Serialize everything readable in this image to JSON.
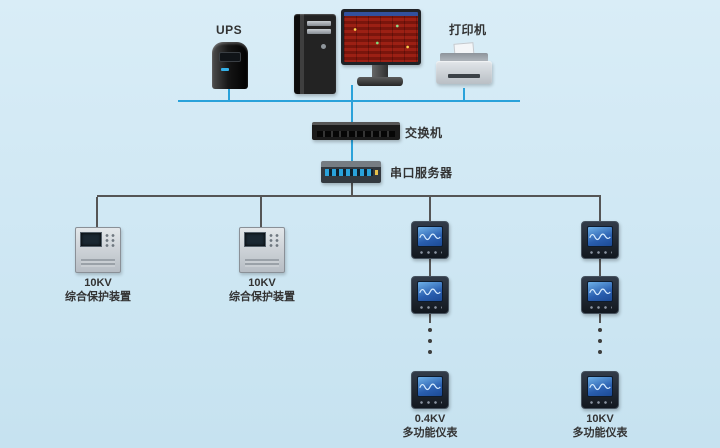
{
  "diagram": {
    "ups_label": "UPS",
    "printer_label": "打印机",
    "switch_label": "交换机",
    "serial_server_label": "串口服务器",
    "protection_1": {
      "kv": "10KV",
      "name": "综合保护装置"
    },
    "protection_2": {
      "kv": "10KV",
      "name": "综合保护装置"
    },
    "meter_column_1": {
      "kv": "0.4KV",
      "name": "多功能仪表"
    },
    "meter_column_2": {
      "kv": "10KV",
      "name": "多功能仪表"
    },
    "ellipsis_dot": "·"
  },
  "colors": {
    "background_top": "#d9edf7",
    "background_bottom": "#c6e2f0",
    "bus_line": "#2aa2da",
    "branch_line": "#555555",
    "label_text": "#333333"
  }
}
